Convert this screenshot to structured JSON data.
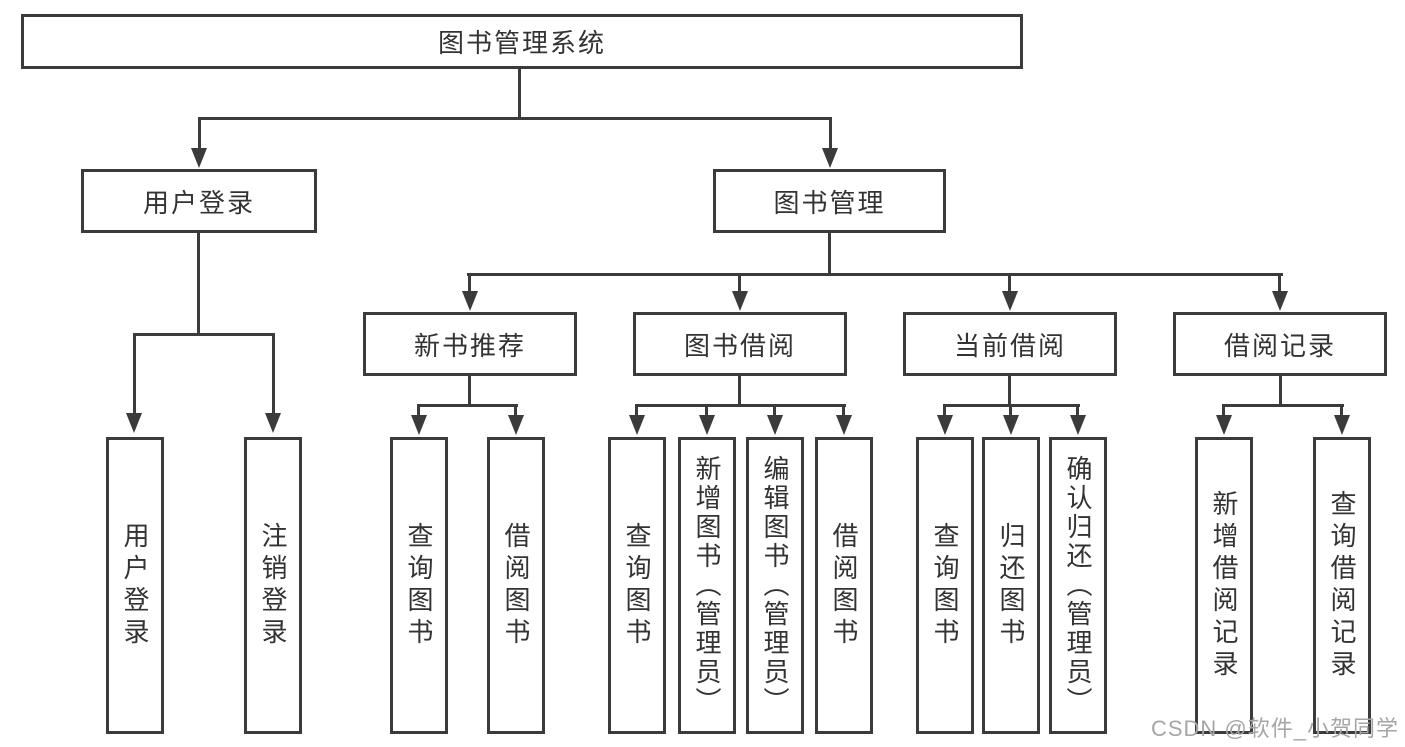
{
  "diagram": {
    "root": {
      "label": "图书管理系统"
    },
    "level2": [
      {
        "label": "用户登录"
      },
      {
        "label": "图书管理"
      }
    ],
    "level3": [
      {
        "label": "新书推荐"
      },
      {
        "label": "图书借阅"
      },
      {
        "label": "当前借阅"
      },
      {
        "label": "借阅记录"
      }
    ],
    "leaves": {
      "user_login": [
        {
          "label": "用户登录"
        },
        {
          "label": "注销登录"
        }
      ],
      "new_book_recommend": [
        {
          "label": "查询图书"
        },
        {
          "label": "借阅图书"
        }
      ],
      "book_borrow": [
        {
          "label": "查询图书"
        },
        {
          "label": "新增图书（管理员）"
        },
        {
          "label": "编辑图书（管理员）"
        },
        {
          "label": "借阅图书"
        }
      ],
      "current_borrow": [
        {
          "label": "查询图书"
        },
        {
          "label": "归还图书"
        },
        {
          "label": "确认归还（管理员）"
        }
      ],
      "borrow_record": [
        {
          "label": "新增借阅记录"
        },
        {
          "label": "查询借阅记录"
        }
      ]
    },
    "watermark": "CSDN @软件_小贺同学",
    "colors": {
      "line": "#3b3b3b",
      "text": "#333333",
      "background": "#ffffff",
      "watermark": "#a6a6a6"
    }
  }
}
